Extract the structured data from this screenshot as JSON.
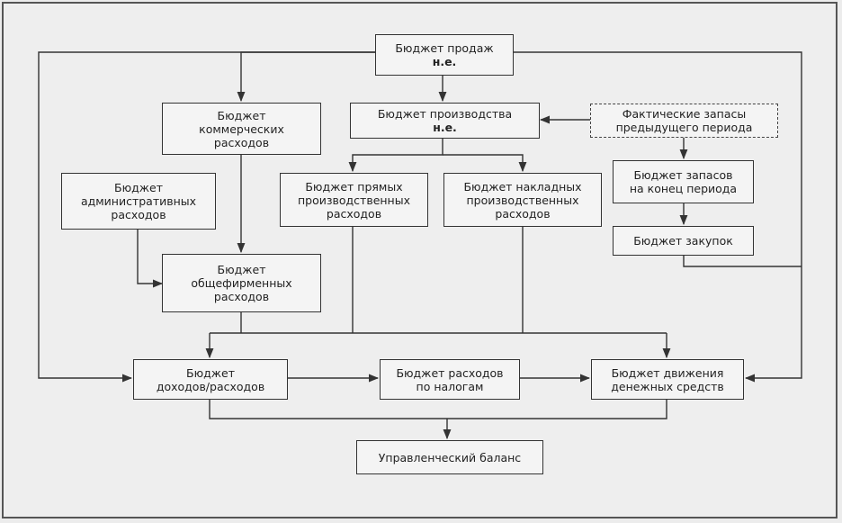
{
  "diagram": {
    "sales": {
      "label": "Бюджет продаж",
      "unit": "н.е."
    },
    "commercial": {
      "label": "Бюджет\nкоммерческих\nрасходов"
    },
    "production": {
      "label": "Бюджет производства",
      "unit": "н.е."
    },
    "actual_stock": {
      "label": "Фактические запасы\nпредыдущего периода"
    },
    "admin": {
      "label": "Бюджет\nадминистративных\nрасходов"
    },
    "direct": {
      "label": "Бюджет прямых\nпроизводственных\nрасходов"
    },
    "overhead": {
      "label": "Бюджет накладных\nпроизводственных\nрасходов"
    },
    "end_stock": {
      "label": "Бюджет запасов\nна конец периода"
    },
    "purchases": {
      "label": "Бюджет закупок"
    },
    "general": {
      "label": "Бюджет\nобщефирменных\nрасходов"
    },
    "income": {
      "label": "Бюджет\nдоходов/расходов"
    },
    "taxes": {
      "label": "Бюджет расходов\nпо налогам"
    },
    "cashflow": {
      "label": "Бюджет движения\nденежных средств"
    },
    "balance": {
      "label": "Управленческий баланс"
    }
  }
}
